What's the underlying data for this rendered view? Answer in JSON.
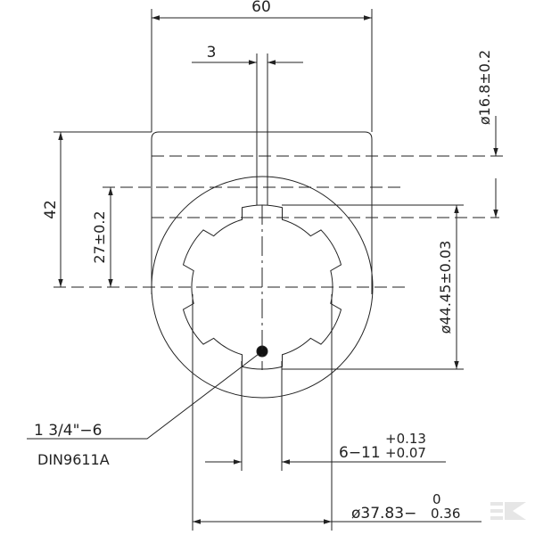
{
  "drawing": {
    "dims": {
      "width": "60",
      "slot": "3",
      "height": "42",
      "center_height": "27±0.2",
      "bore_small": "ø16.8±0.2",
      "bore_major": "ø44.45±0.03",
      "spline_width_base": "6−11",
      "spline_tol_upper": "+0.13",
      "spline_tol_lower": "+0.07",
      "minor_base": "ø37.83−",
      "minor_tol_upper": "0",
      "minor_tol_lower": "0.36"
    },
    "callout": {
      "line1": "1 3/4\"−6",
      "line2": "DIN9611A"
    },
    "spline_slots": 6,
    "watermark": "K",
    "colors": {
      "line": "#222222",
      "watermark": "#e6e6e6"
    }
  }
}
